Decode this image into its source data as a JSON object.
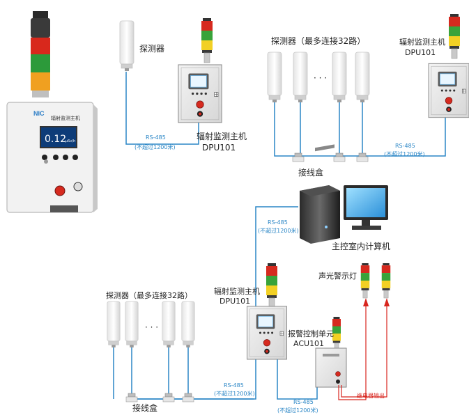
{
  "photo": {
    "brand_text": "NIC",
    "panel_title": "辐射监测主机",
    "display_value": "0.12",
    "unit": "μSv/h"
  },
  "top_left": {
    "detector_label": "探测器",
    "cable_label": "RS-485",
    "cable_note": "(不超过1200米)",
    "host_label_1": "辐射监测主机",
    "host_label_2": "DPU101"
  },
  "top_right": {
    "detector_label": "探测器（最多连接32路）",
    "ellipsis": "· · ·",
    "host_label_1": "辐射监测主机",
    "host_label_2": "DPU101",
    "cable_label": "RS-485",
    "cable_note": "(不超过1200米)",
    "junction_label": "接线盒"
  },
  "computer": {
    "label": "主控室内计算机",
    "cable_label": "RS-485",
    "cable_note": "(不超过1200米)"
  },
  "bottom": {
    "detector_label": "探测器（最多连接32路）",
    "ellipsis": "· · ·",
    "junction_label": "接线盒",
    "host_label_1": "辐射监测主机",
    "host_label_2": "DPU101",
    "cable1_label": "RS-485",
    "cable1_note": "(不超过1200米)",
    "cable2_label": "RS-485",
    "cable2_note": "(不超过1200米)",
    "alarm_light_label": "声光警示灯",
    "acu_label_1": "报警控制单元",
    "acu_label_2": "ACU101",
    "relay_label": "继电器输出"
  },
  "colors": {
    "cable_blue": "#2a86c6",
    "relay_red": "#d8261f"
  }
}
